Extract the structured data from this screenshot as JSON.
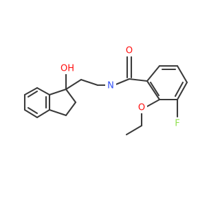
{
  "molecule": {
    "atom_labels": {
      "oxygen_carbonyl": "O",
      "nitrogen": "N",
      "hydroxyl": "OH",
      "ether_oxygen": "O",
      "fluorine": "F"
    },
    "colors": {
      "bond": "#3a3a3a",
      "oxygen": "#ff0d0d",
      "nitrogen": "#3050f8",
      "hydroxyl": "#ff0d0d",
      "fluorine": "#90e050"
    }
  }
}
